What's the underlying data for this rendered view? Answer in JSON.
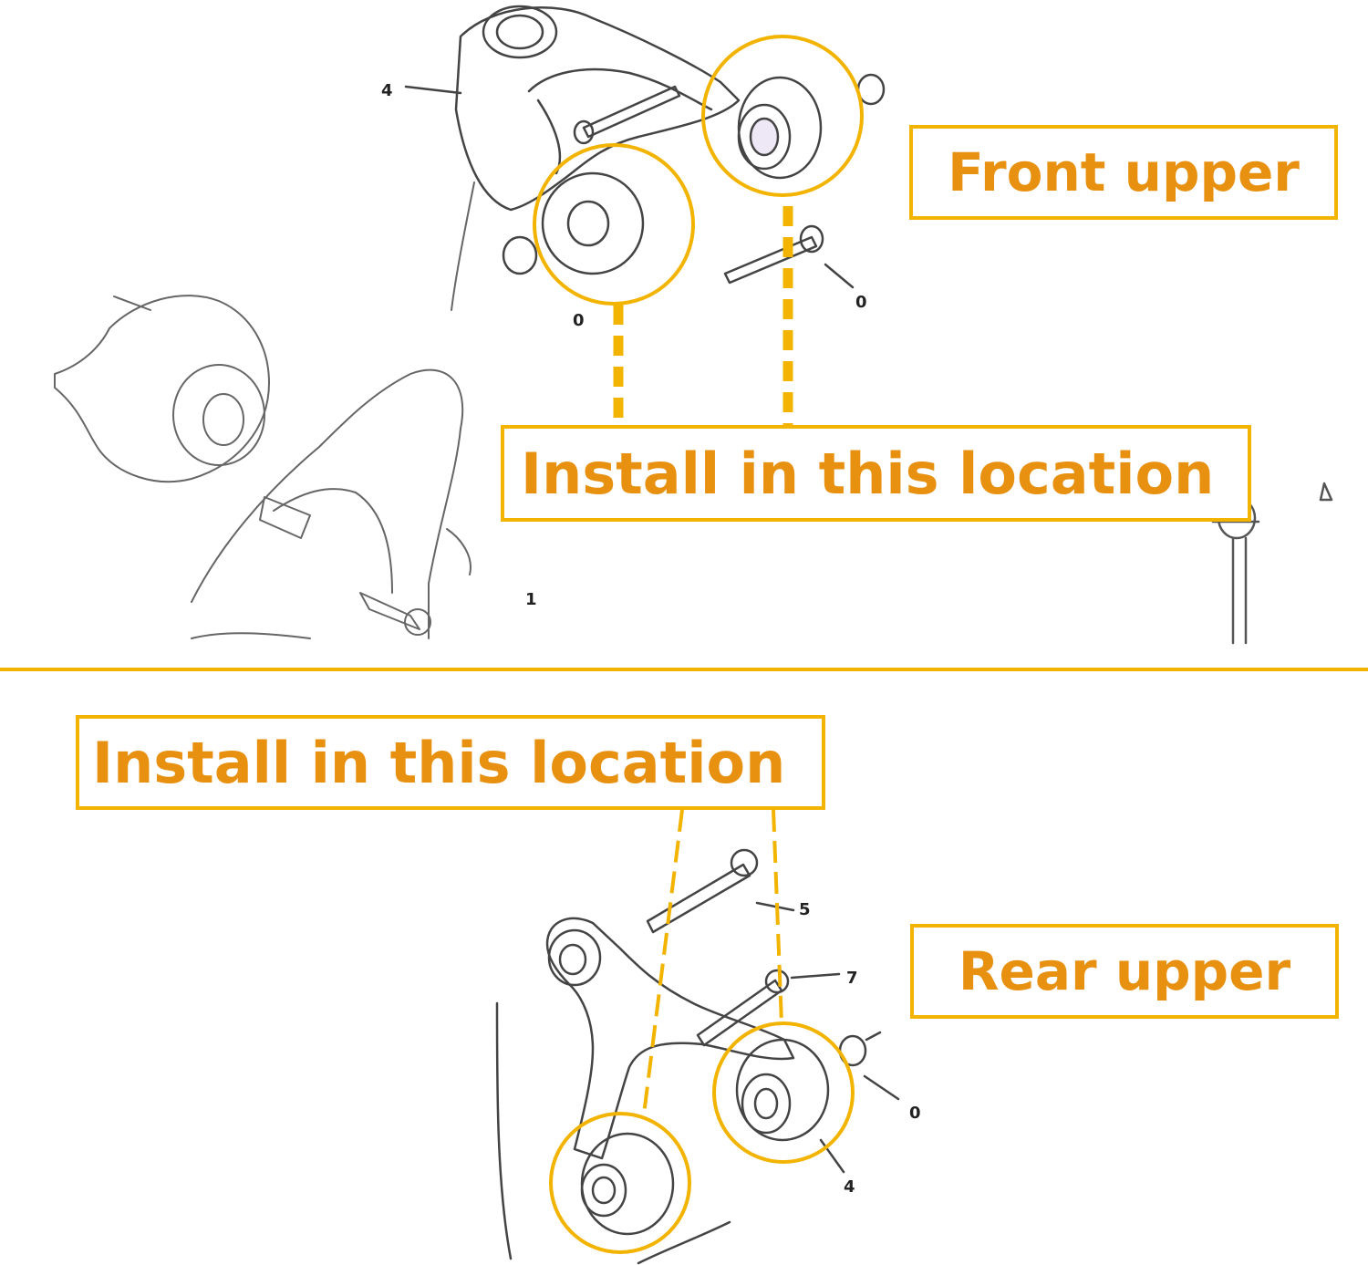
{
  "labels": {
    "front_upper": "Front upper",
    "install_top": "Install in this location",
    "install_bottom": "Install in this location",
    "rear_upper": "Rear upper"
  },
  "part_numbers": {
    "top": [
      "4",
      "0",
      "0",
      "1"
    ],
    "bottom": [
      "5",
      "7",
      "0",
      "4"
    ]
  },
  "colors": {
    "accent": "#f2b400",
    "text": "#e8900f",
    "line_art": "#333333"
  }
}
